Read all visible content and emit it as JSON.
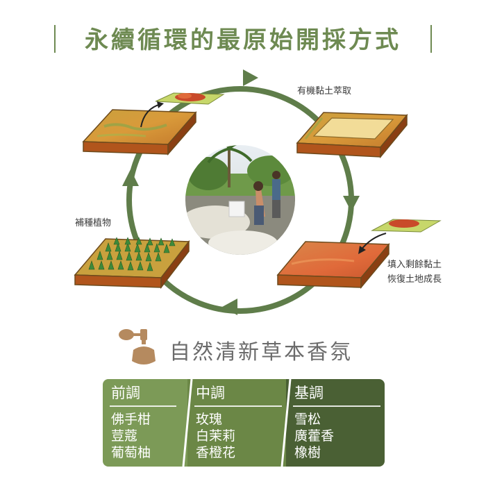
{
  "title": "永續循環的最原始開採方式",
  "cycle": {
    "top_right": "有機黏土萃取",
    "bottom_right_1": "填入剩餘黏土",
    "bottom_right_2": "恢復土地成長",
    "left": "補種植物"
  },
  "icon_bottle": "perfume-bottle-icon",
  "fragrance_title": "自然清新草本香氛",
  "notes": [
    {
      "head": "前調",
      "items": [
        "佛手柑",
        "荳蔻",
        "葡萄柚"
      ]
    },
    {
      "head": "中調",
      "items": [
        "玫瑰",
        "白茉莉",
        "香橙花"
      ]
    },
    {
      "head": "基調",
      "items": [
        "雪松",
        "廣藿香",
        "橡樹"
      ]
    }
  ],
  "colors": {
    "accent_green": "#6e8a52",
    "cycle_green": "#5f7d4a",
    "note_col_1": "#7c9a57",
    "note_col_2": "#6b8746",
    "note_col_3": "#4a6034",
    "bottle": "#b58a5f"
  }
}
